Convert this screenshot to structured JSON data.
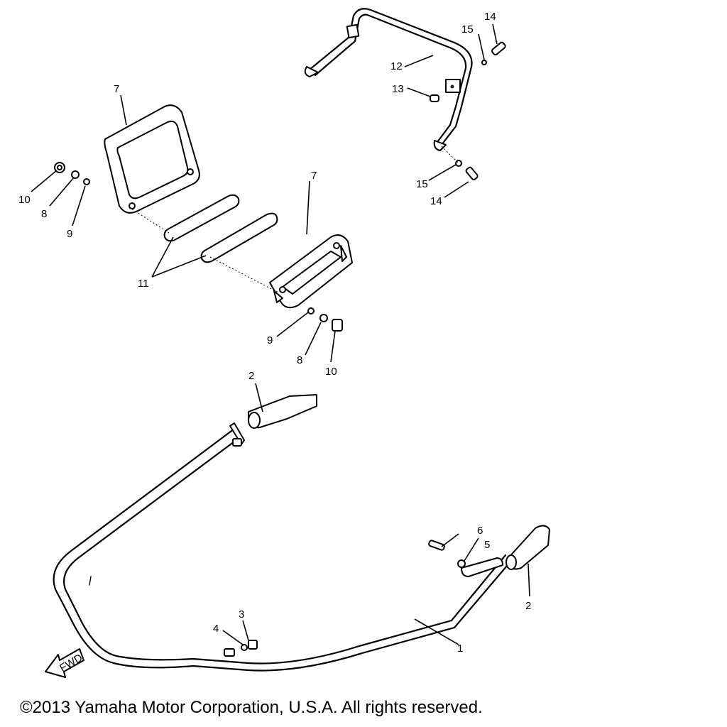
{
  "callouts": {
    "c1": "1",
    "c2a": "2",
    "c2b": "2",
    "c3": "3",
    "c4": "4",
    "c5": "5",
    "c6": "6",
    "c7a": "7",
    "c7b": "7",
    "c8a": "8",
    "c8b": "8",
    "c9a": "9",
    "c9b": "9",
    "c10a": "10",
    "c10b": "10",
    "c11": "11",
    "c12": "12",
    "c13": "13",
    "c14a": "14",
    "c14b": "14",
    "c15a": "15",
    "c15b": "15"
  },
  "fwd_label": "FWD",
  "icons": [
    "fwd-arrow-icon"
  ],
  "copyright": "©2013 Yamaha Motor Corporation, U.S.A. All rights reserved."
}
